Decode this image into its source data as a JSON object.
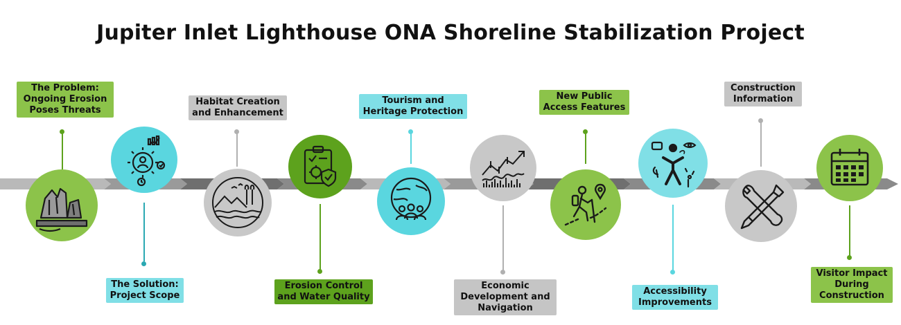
{
  "title": "Jupiter Inlet Lighthouse ONA Shoreline Stabilization Project",
  "colors": {
    "lime": "#8cc34a",
    "teal": "#5ad6df",
    "grey": "#c8c8c8",
    "dark_green": "#5da21d",
    "arrow_light": "#b8b8b8",
    "arrow_dark": "#7a7a7a"
  },
  "milestones": [
    {
      "label_lines": [
        "The Problem:",
        "Ongoing Erosion",
        "Poses Threats"
      ],
      "position": "top",
      "icon": "rock-cliff-icon",
      "color": "lime"
    },
    {
      "label_lines": [
        "The Solution:",
        "Project Scope"
      ],
      "position": "bottom",
      "icon": "gear-user-cycle-icon",
      "color": "teal"
    },
    {
      "label_lines": [
        "Habitat Creation",
        "and Enhancement"
      ],
      "position": "top",
      "icon": "landscape-circle-icon",
      "color": "grey"
    },
    {
      "label_lines": [
        "Erosion Control",
        "and Water Quality"
      ],
      "position": "bottom",
      "icon": "clipboard-gear-shield-icon",
      "color": "dark_green"
    },
    {
      "label_lines": [
        "Tourism and",
        "Heritage Protection"
      ],
      "position": "top",
      "icon": "globe-people-icon",
      "color": "teal"
    },
    {
      "label_lines": [
        "Economic",
        "Development and",
        "Navigation"
      ],
      "position": "bottom",
      "icon": "stock-chart-icon",
      "color": "grey"
    },
    {
      "label_lines": [
        "New Public",
        "Access Features"
      ],
      "position": "top",
      "icon": "hiker-pin-icon",
      "color": "lime"
    },
    {
      "label_lines": [
        "Accessibility",
        "Improvements"
      ],
      "position": "bottom",
      "icon": "accessibility-figure-icon",
      "color": "teal"
    },
    {
      "label_lines": [
        "Construction",
        "Information"
      ],
      "position": "top",
      "icon": "wrench-screwdriver-icon",
      "color": "grey"
    },
    {
      "label_lines": [
        "Visitor Impact",
        "During",
        "Construction"
      ],
      "position": "bottom",
      "icon": "calendar-icon",
      "color": "lime"
    }
  ]
}
